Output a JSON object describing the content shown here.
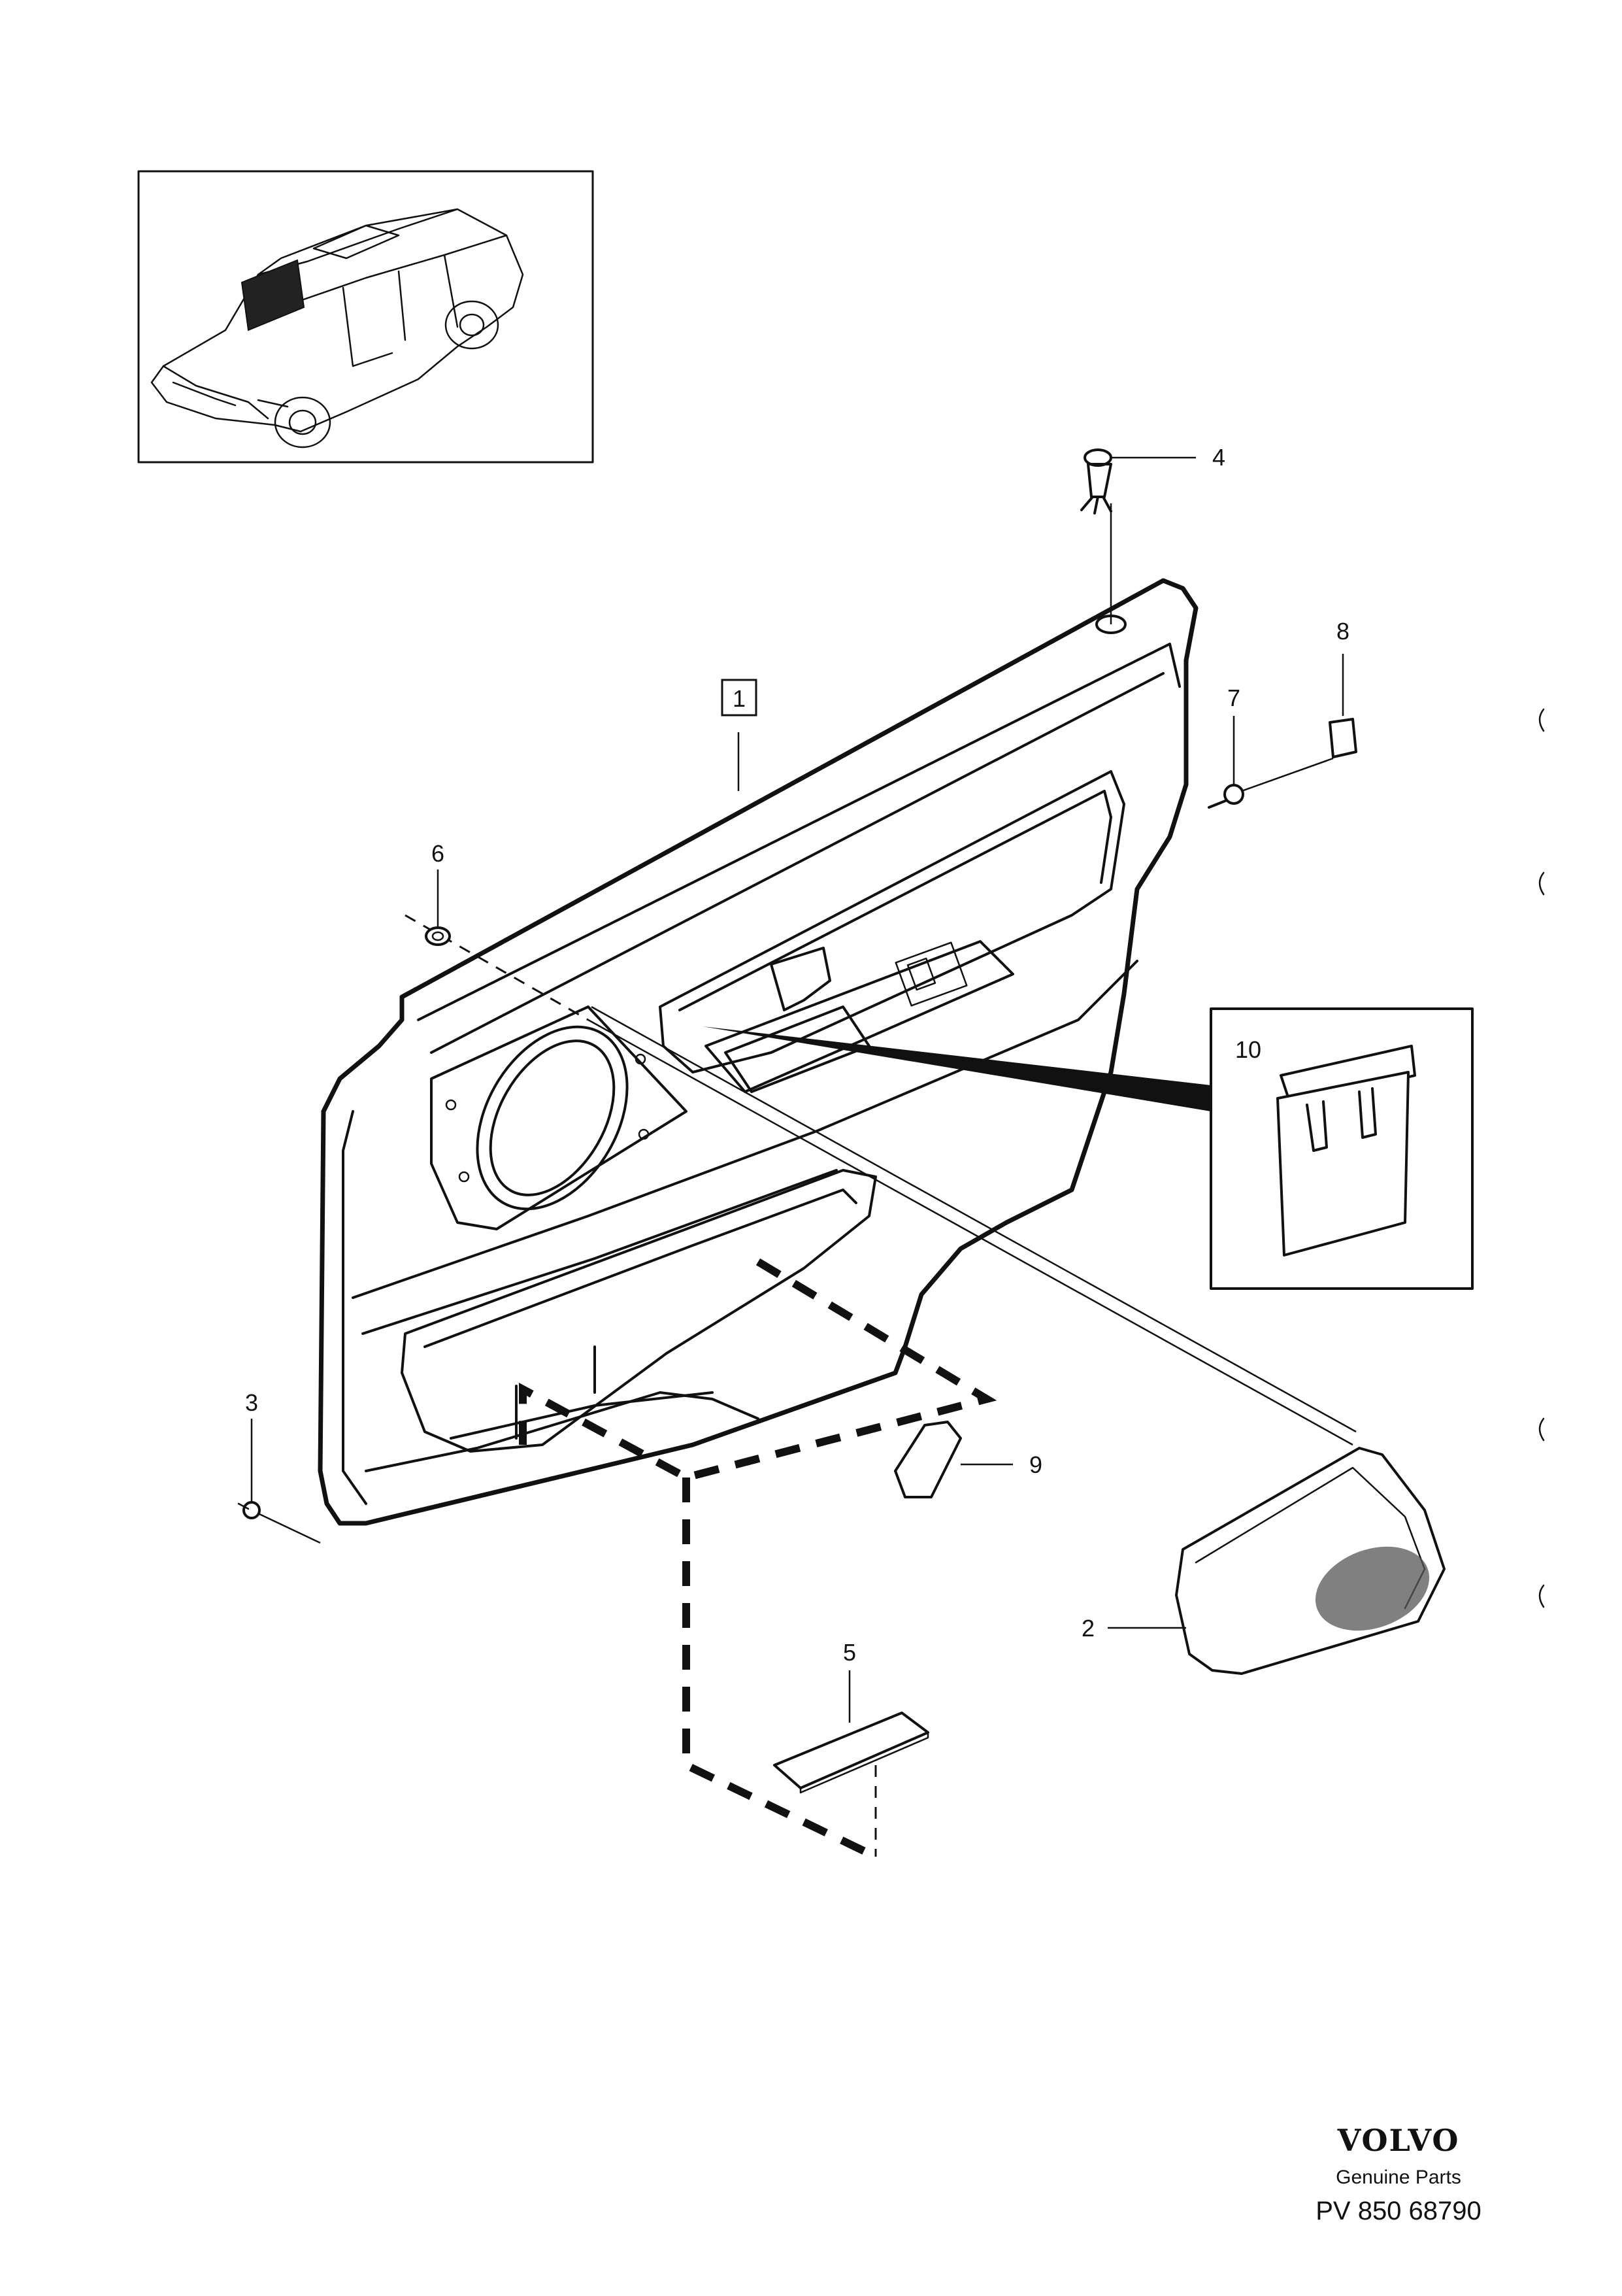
{
  "diagram": {
    "callouts": [
      {
        "id": "1",
        "label": "1",
        "boxed": true
      },
      {
        "id": "2",
        "label": "2"
      },
      {
        "id": "3",
        "label": "3"
      },
      {
        "id": "4",
        "label": "4"
      },
      {
        "id": "5",
        "label": "5"
      },
      {
        "id": "6",
        "label": "6"
      },
      {
        "id": "7",
        "label": "7"
      },
      {
        "id": "8",
        "label": "8"
      },
      {
        "id": "9",
        "label": "9"
      },
      {
        "id": "10",
        "label": "10"
      }
    ]
  },
  "brand": {
    "logo": "VOLVO",
    "subtitle": "Genuine Parts",
    "code": "PV 850 68790"
  }
}
